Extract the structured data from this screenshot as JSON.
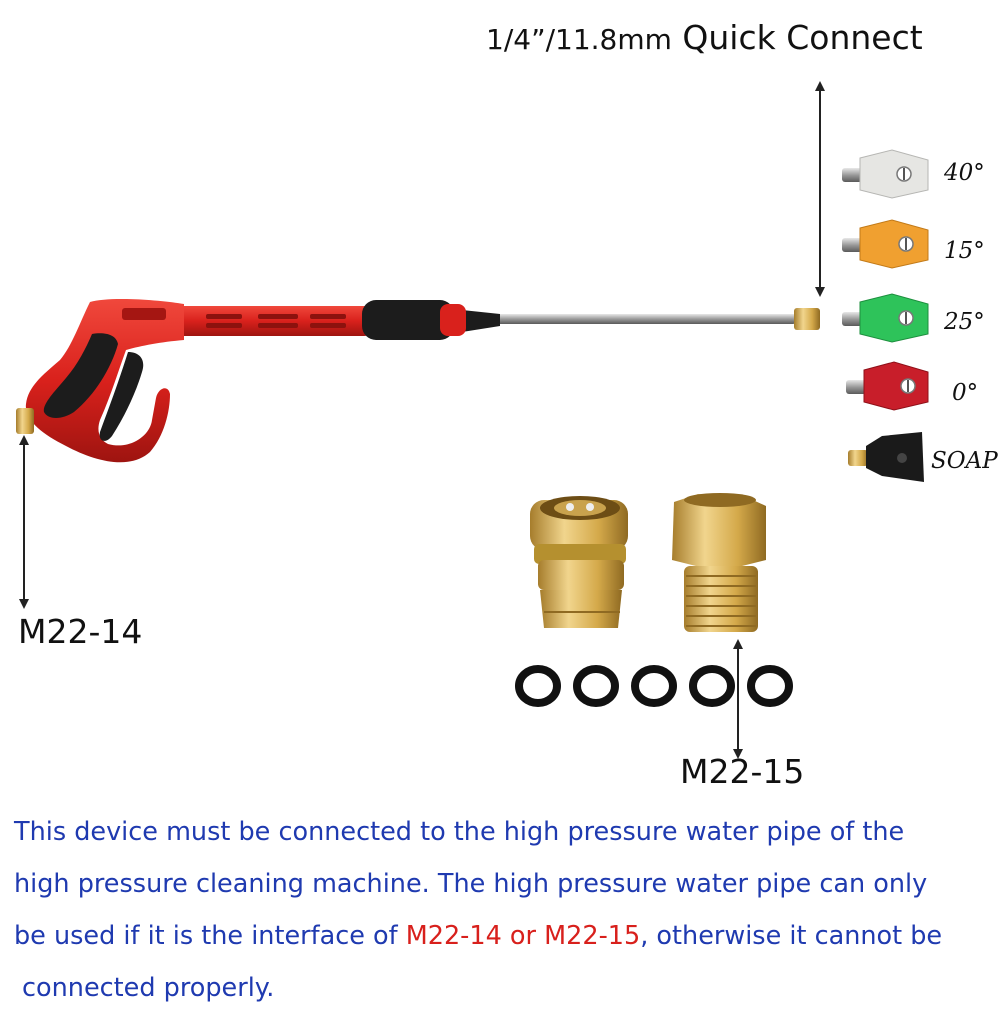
{
  "quick_connect": {
    "size_text": "1/4”/11.8mm",
    "label": "Quick Connect"
  },
  "nozzles": [
    {
      "label": "40°",
      "color": "#e6e6e3"
    },
    {
      "label": "15°",
      "color": "#f0a030"
    },
    {
      "label": "25°",
      "color": "#2ec35a"
    },
    {
      "label": "0°",
      "color": "#c81e2a"
    },
    {
      "label": "SOAP",
      "color": "#1a1a1a"
    }
  ],
  "thread_labels": {
    "inlet": "M22-14",
    "adapter": "M22-15"
  },
  "description": {
    "line1": "This device must be connected to the high pressure water pipe of the",
    "line2": "high pressure cleaning machine. The high pressure water pipe can only",
    "line3_prefix": "be used if it is the interface of ",
    "line3_highlight": "M22-14 or M22-15",
    "line3_suffix": ", otherwise it cannot be",
    "line4": "connected properly."
  },
  "colors": {
    "gun_red": "#d9211c",
    "grip_black": "#1c1c1c",
    "brass": "#d8b25a",
    "text_blue": "#1f3ab0",
    "text_red": "#d8201c"
  }
}
